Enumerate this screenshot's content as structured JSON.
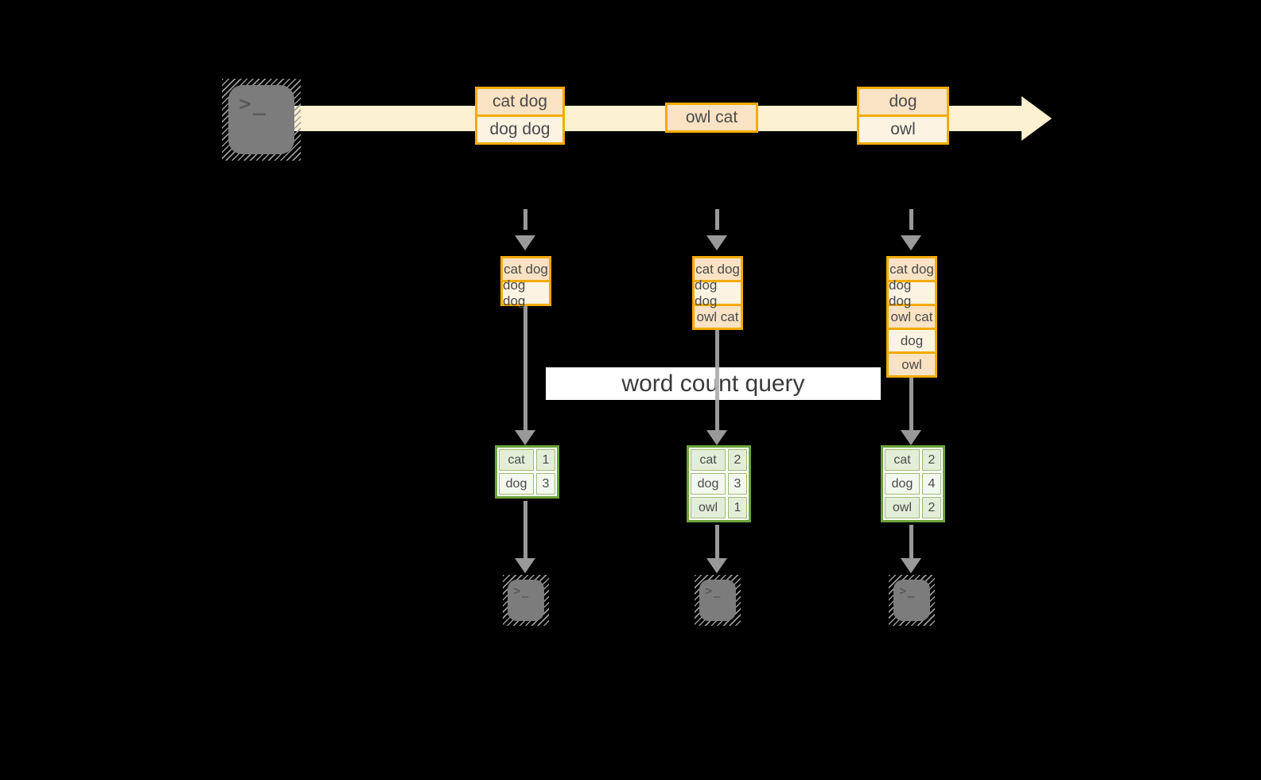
{
  "banner": {
    "label": "word count query"
  },
  "icons": {
    "prompt_glyph": ">_",
    "source": "terminal-icon",
    "sinks": [
      "terminal-icon",
      "terminal-icon",
      "terminal-icon"
    ]
  },
  "stream": {
    "groups": [
      {
        "rows": [
          "cat dog",
          "dog dog"
        ]
      },
      {
        "rows": [
          "owl cat"
        ]
      },
      {
        "rows": [
          "dog",
          "owl"
        ]
      }
    ]
  },
  "columns": [
    {
      "buffer": [
        "cat dog",
        "dog dog"
      ],
      "table": [
        {
          "word": "cat",
          "count": "1"
        },
        {
          "word": "dog",
          "count": "3"
        }
      ]
    },
    {
      "buffer": [
        "cat dog",
        "dog dog",
        "owl cat"
      ],
      "table": [
        {
          "word": "cat",
          "count": "2"
        },
        {
          "word": "dog",
          "count": "3"
        },
        {
          "word": "owl",
          "count": "1"
        }
      ]
    },
    {
      "buffer": [
        "cat dog",
        "dog dog",
        "owl cat",
        "dog",
        "owl"
      ],
      "table": [
        {
          "word": "cat",
          "count": "2"
        },
        {
          "word": "dog",
          "count": "4"
        },
        {
          "word": "owl",
          "count": "2"
        }
      ]
    }
  ],
  "colors": {
    "background": "#000000",
    "stream_band": "#fbf0cf",
    "box_border": "#f2ab00",
    "box_fill_peach": "#fae3c4",
    "box_fill_cream": "#fdf3e3",
    "table_border": "#6ca33c",
    "table_fill_dark": "#e3eed8",
    "table_fill_light": "#f3f8ee",
    "arrow_gray": "#999999",
    "terminal_gray": "#7c7c7c",
    "banner_bg": "#ffffff"
  }
}
